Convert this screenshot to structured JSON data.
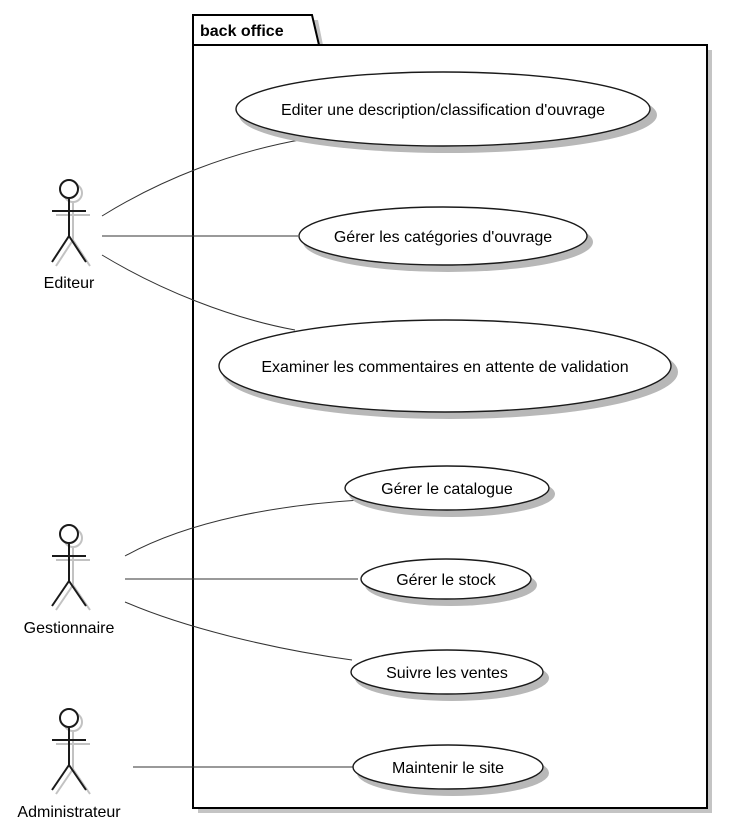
{
  "package": {
    "label": "back office"
  },
  "actors": [
    {
      "id": "editeur",
      "label": "Editeur"
    },
    {
      "id": "gestionnaire",
      "label": "Gestionnaire"
    },
    {
      "id": "administrateur",
      "label": "Administrateur"
    }
  ],
  "use_cases": [
    {
      "id": "uc1",
      "label": "Editer une description/classification d'ouvrage"
    },
    {
      "id": "uc2",
      "label": "Gérer les catégories d'ouvrage"
    },
    {
      "id": "uc3",
      "label": "Examiner les commentaires en attente de validation"
    },
    {
      "id": "uc4",
      "label": "Gérer le catalogue"
    },
    {
      "id": "uc5",
      "label": "Gérer le stock"
    },
    {
      "id": "uc6",
      "label": "Suivre les ventes"
    },
    {
      "id": "uc7",
      "label": "Maintenir le site"
    }
  ],
  "associations": [
    {
      "actor": "editeur",
      "use_case": "uc1"
    },
    {
      "actor": "editeur",
      "use_case": "uc2"
    },
    {
      "actor": "editeur",
      "use_case": "uc3"
    },
    {
      "actor": "gestionnaire",
      "use_case": "uc4"
    },
    {
      "actor": "gestionnaire",
      "use_case": "uc5"
    },
    {
      "actor": "gestionnaire",
      "use_case": "uc6"
    },
    {
      "actor": "administrateur",
      "use_case": "uc7"
    }
  ]
}
